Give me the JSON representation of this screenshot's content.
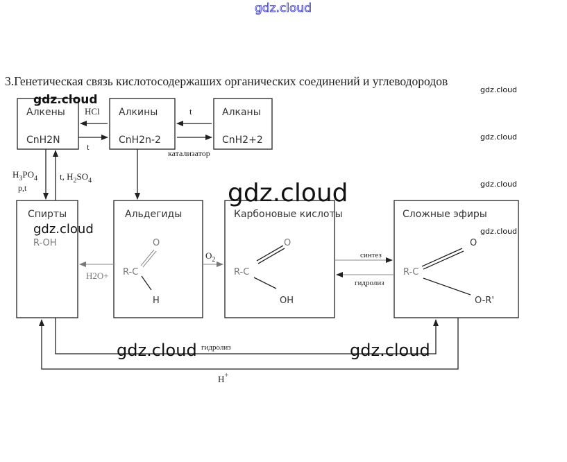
{
  "watermarks": {
    "top_outline": "gdz.cloud",
    "small": "gdz.cloud",
    "large": "gdz.cloud",
    "color_top": "#2a2ad0"
  },
  "title": "3.Генетическая связь кислотосодержаших органических соединений и углеводородов",
  "boxes": {
    "alkenes": {
      "name": "Алкены",
      "formula": "CnH2N"
    },
    "alkynes": {
      "name": "Алкины",
      "formula": "CnH2n-2"
    },
    "alkanes": {
      "name": "Алканы",
      "formula": "CnH2+2"
    },
    "alcohols": {
      "name": "Спирты",
      "formula": "R-OH"
    },
    "aldehydes": {
      "name": "Альдегиды",
      "r_group": "R-C",
      "o": "O",
      "h": "H"
    },
    "carboxylic_acids": {
      "name": "Карбоновые кислоты",
      "r_group": "R-C",
      "o": "O",
      "oh": "OH"
    },
    "esters": {
      "name": "Сложные эфиры",
      "r_group": "R-C",
      "o": "O",
      "or": "O-R'"
    }
  },
  "reactions": {
    "alkynes_to_alkenes": "HCl",
    "alkenes_to_alkynes": "t",
    "alkanes_to_alkynes": "t",
    "alkynes_to_alkanes": "катализатор",
    "alkenes_to_alcohols": "H3PO4",
    "alkenes_to_alcohols_cond": "p,t",
    "alcohols_to_alkenes": "t, H2SO4",
    "aldehydes_to_alcohols": "H2O+",
    "aldehydes_to_acids": "O2",
    "acids_to_esters": "синтез",
    "esters_to_acids": "гидролиз",
    "alcohols_to_esters": "гидролиз",
    "esters_to_alcohols": "H+"
  }
}
